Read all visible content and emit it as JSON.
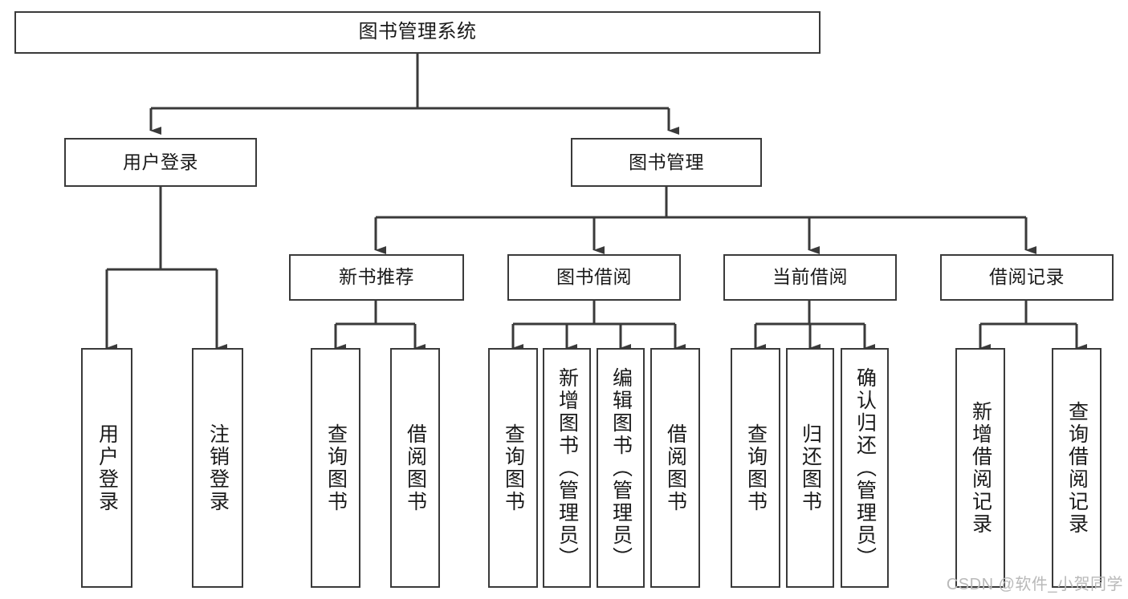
{
  "diagram": {
    "type": "tree",
    "title": "图书管理系统",
    "line_color": "#3a3a3a",
    "box_fill": "#ffffff",
    "text_color": "#1a1a1a",
    "root": {
      "label": "图书管理系统"
    },
    "level2": [
      {
        "label": "用户登录"
      },
      {
        "label": "图书管理"
      }
    ],
    "level3": [
      {
        "label": "新书推荐"
      },
      {
        "label": "图书借阅"
      },
      {
        "label": "当前借阅"
      },
      {
        "label": "借阅记录"
      }
    ],
    "leaves": {
      "user_login": [
        {
          "label": "用户登录"
        },
        {
          "label": "注销登录"
        }
      ],
      "new_book": [
        {
          "label": "查询图书"
        },
        {
          "label": "借阅图书"
        }
      ],
      "book_borrow": [
        {
          "label": "查询图书"
        },
        {
          "label": "新增图书（管理员）"
        },
        {
          "label": "编辑图书（管理员）"
        },
        {
          "label": "借阅图书"
        }
      ],
      "current_borrow": [
        {
          "label": "查询图书"
        },
        {
          "label": "归还图书"
        },
        {
          "label": "确认归还（管理员）"
        }
      ],
      "borrow_record": [
        {
          "label": "新增借阅记录"
        },
        {
          "label": "查询借阅记录"
        }
      ]
    }
  },
  "watermark": {
    "text": "CSDN @软件_小贺同学"
  }
}
